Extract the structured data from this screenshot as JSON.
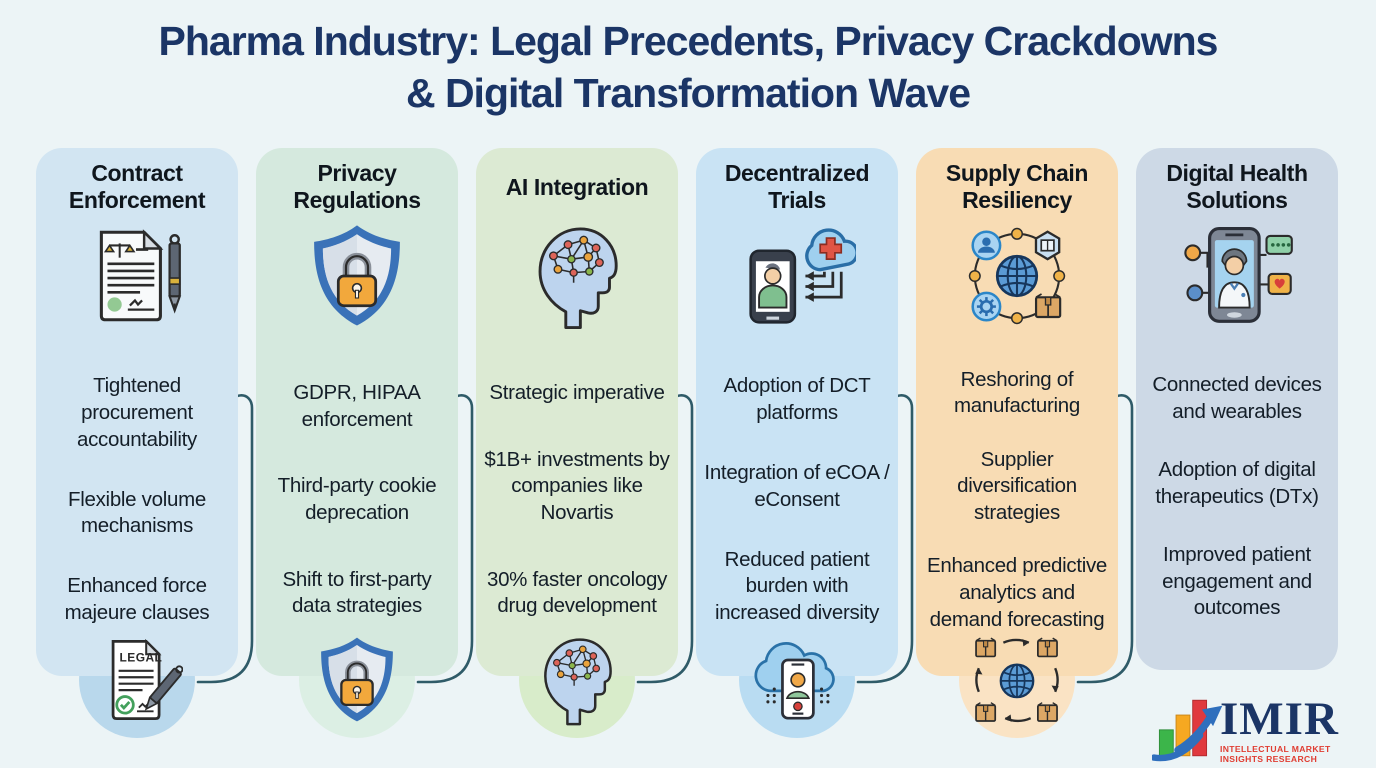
{
  "title": {
    "line1": "Pharma Industry: Legal Precedents, Privacy Crackdowns",
    "line2": "& Digital Transformation Wave"
  },
  "columns": [
    {
      "title": "Contract Enforcement",
      "icon": "contract-document-icon",
      "bottom_icon": "legal-document-icon",
      "bullets": [
        "Tightened procurement accountability",
        "Flexible volume mechanisms",
        "Enhanced force majeure clauses"
      ]
    },
    {
      "title": "Privacy Regulations",
      "icon": "shield-lock-icon",
      "bottom_icon": "shield-lock-icon",
      "bullets": [
        "GDPR, HIPAA enforcement",
        "Third-party cookie deprecation",
        "Shift to first-party data strategies"
      ]
    },
    {
      "title": "AI Integration",
      "icon": "ai-head-network-icon",
      "bottom_icon": "ai-head-network-icon",
      "bullets": [
        "Strategic imperative",
        "$1B+ investments by companies like Novartis",
        "30% faster oncology drug development"
      ]
    },
    {
      "title": "Decentralized Trials",
      "icon": "phone-cloud-medical-icon",
      "bottom_icon": "cloud-phone-patient-icon",
      "bullets": [
        "Adoption of DCT platforms",
        "Integration of eCOA / eConsent",
        "Reduced patient burden with increased diversity"
      ]
    },
    {
      "title": "Supply Chain Resiliency",
      "icon": "supply-network-globe-icon",
      "bottom_icon": "globe-distribution-boxes-icon",
      "bullets": [
        "Reshoring of manufacturing",
        "Supplier diversification strategies",
        "Enhanced predictive analytics and demand forecasting"
      ]
    },
    {
      "title": "Digital Health Solutions",
      "icon": "telehealth-phone-doctor-icon",
      "bottom_icon": "",
      "bullets": [
        "Connected devices and wearables",
        "Adoption of digital therapeutics (DTx)",
        "Improved patient engagement and outcomes"
      ]
    }
  ],
  "logo": {
    "name": "IMIR",
    "tagline": "INTELLECTUAL MARKET INSIGHTS RESEARCH"
  },
  "palette": {
    "background": "#ecf4f6",
    "title_navy": "#1b3566",
    "body_text": "#141e28",
    "card_contract": "#d2e5f2",
    "card_privacy": "#d5e9de",
    "card_ai": "#dcead3",
    "card_dct": "#c9e3f4",
    "card_supply": "#f8dcb4",
    "card_digital": "#cdd9e6",
    "connector": "#2f5b68",
    "shield_blue": "#3a72b8",
    "lock_orange": "#f2a83c",
    "logo_red": "#e03c31",
    "logo_navy": "#1b3566"
  }
}
